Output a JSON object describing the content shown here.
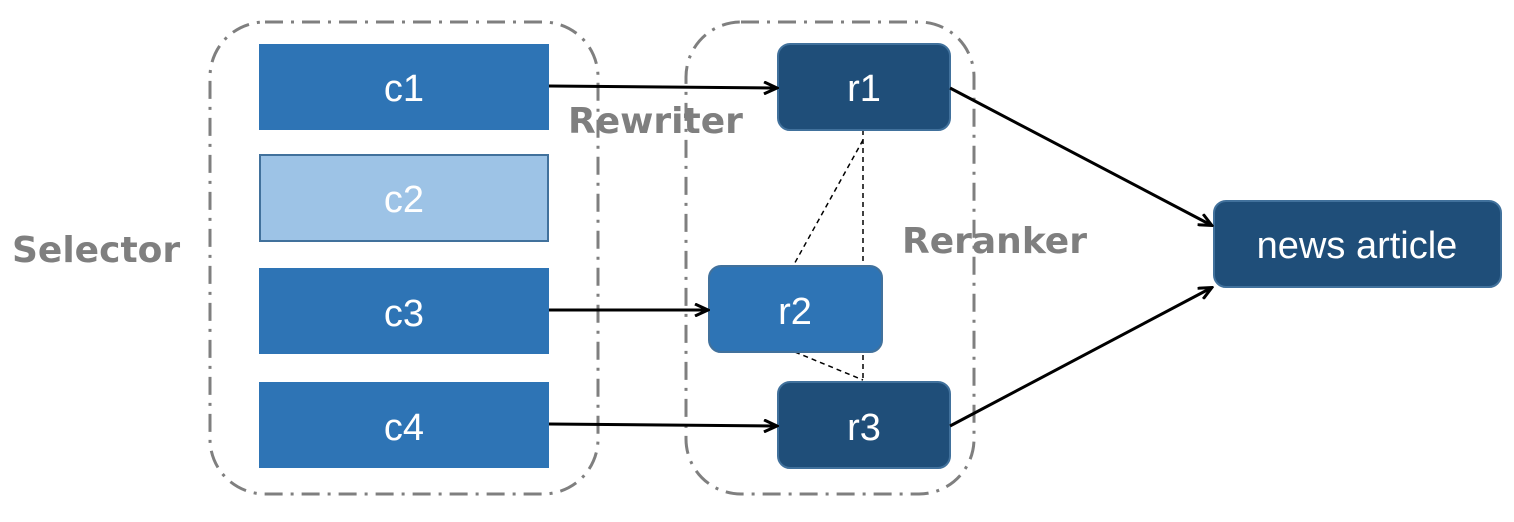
{
  "labels": {
    "selector": "Selector",
    "rewriter": "Rewriter",
    "reranker": "Reranker"
  },
  "nodes": {
    "c1": "c1",
    "c2": "c2",
    "c3": "c3",
    "c4": "c4",
    "r1": "r1",
    "r2": "r2",
    "r3": "r3",
    "article": "news article"
  },
  "colors": {
    "blue": "#2e74b5",
    "dark_blue": "#1f4e79",
    "light_blue": "#9dc3e6",
    "gray": "#7f7f7f",
    "border": "#41719c"
  }
}
